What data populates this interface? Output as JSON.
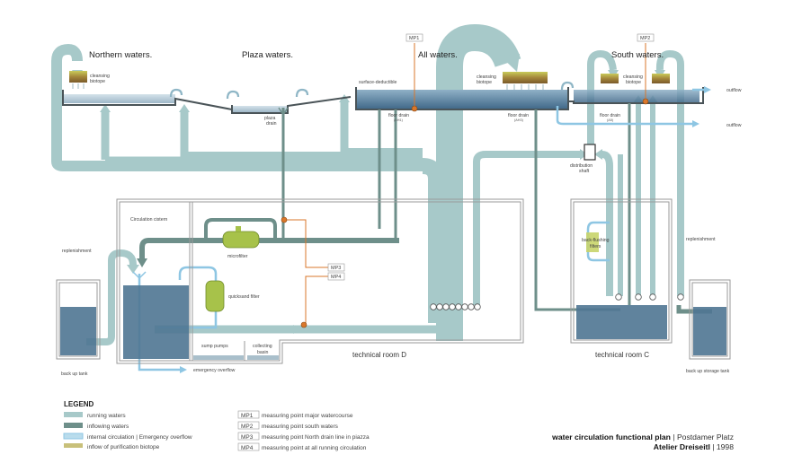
{
  "diagram": {
    "sections": {
      "northern": "Northern waters.",
      "plaza": "Plaza waters.",
      "all": "All waters.",
      "south": "South waters."
    },
    "labels": {
      "cleansing_biotope_1": [
        "cleansing",
        "biotope"
      ],
      "cleansing_biotope_2": [
        "cleansing",
        "biotope"
      ],
      "cleansing_biotope_3": [
        "cleansing",
        "biotope"
      ],
      "plaza_drain": [
        "plaza",
        "drain"
      ],
      "surface_deductible": "surface-deductible",
      "floor_drain_ah1": [
        "floor drain",
        "(AH1)"
      ],
      "floor_drain_ah3": [
        "floor drain",
        "(AH3)"
      ],
      "floor_drain_a5": [
        "floor drain",
        "(A5)"
      ],
      "outflow_1": "outflow",
      "outflow_2": "outflow",
      "distribution_shaft": [
        "distribution",
        "shaft"
      ],
      "circulation_cistern": "Circulation cistern",
      "replenishment_left": "replenishment",
      "replenishment_right": "replenishment",
      "microfilter": "microfilter",
      "quicksand_filter": "quicksand filter",
      "back_flushing_filters": [
        "back-flushing",
        "filters"
      ],
      "sump_pumps": "sump pumps",
      "collecting_basin": [
        "collecting",
        "basin"
      ],
      "technical_room_d": "technical room D",
      "technical_room_c": "technical room C",
      "back_up_tank": "back up tank",
      "back_up_storage_tank": "back up storage tank",
      "emergency_overflow": "emergency overflow"
    },
    "measuring_points": [
      "MP1",
      "MP2",
      "MP3",
      "MP4"
    ]
  },
  "legend": {
    "heading": "LEGEND",
    "flows": [
      {
        "label": "running waters",
        "color": "#a7c9c9"
      },
      {
        "label": "inflowing waters",
        "color": "#6e8f8a"
      },
      {
        "label": "internal circulation | Emergency overflow",
        "color": "#8ec6e3"
      },
      {
        "label": "inflow of  purification biotope",
        "color": "#c8c07a"
      }
    ],
    "points": [
      {
        "code": "MP1",
        "label": "measuring point major watercourse"
      },
      {
        "code": "MP2",
        "label": "measuring point south waters"
      },
      {
        "code": "MP3",
        "label": "measuring point North drain line in piazza"
      },
      {
        "code": "MP4",
        "label": "measuring point at all running circulation"
      }
    ]
  },
  "footer": {
    "title_bold": "water circulation functional plan",
    "title_rest": " | Postdamer Platz",
    "author_bold": "Atelier Dreiseitl",
    "author_rest": " | 1998"
  },
  "colors": {
    "running": "#a7c9c9",
    "inflowing": "#6e8f8a",
    "internal": "#8ec6e3",
    "water": "#4f7592",
    "measure": "#d9772b"
  }
}
